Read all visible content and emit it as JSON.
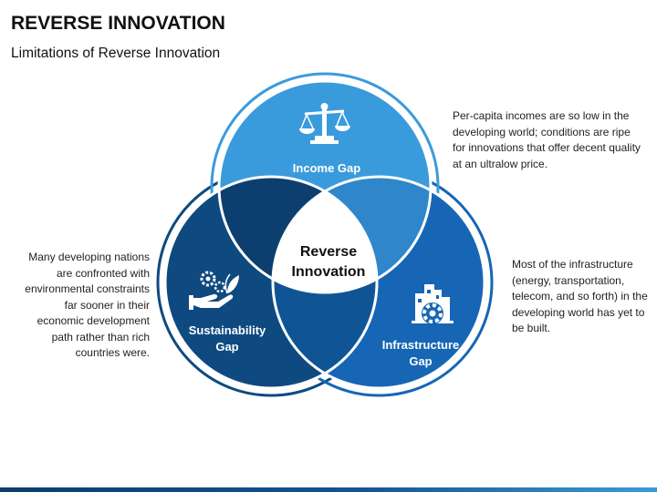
{
  "header": {
    "title": "REVERSE INNOVATION",
    "subtitle": "Limitations of Reverse Innovation"
  },
  "diagram": {
    "center_label_line1": "Reverse",
    "center_label_line2": "Innovation",
    "circles": {
      "income": {
        "label": "Income Gap",
        "icon": "scale-balance-icon",
        "color": "#3a9bdc"
      },
      "sustainability": {
        "label_line1": "Sustainability",
        "label_line2": "Gap",
        "icon": "hand-gears-plant-icon",
        "color": "#0e4a80"
      },
      "infrastructure": {
        "label_line1": "Infrastructure",
        "label_line2": "Gap",
        "icon": "city-gear-icon",
        "color": "#1666b5"
      }
    }
  },
  "descriptions": {
    "income": "Per-capita incomes are so low in the developing world; conditions are ripe for innovations that offer decent quality at an ultralow price.",
    "sustainability": "Many developing nations are confronted with environmental constraints far sooner in their economic development path rather than rich countries were.",
    "infrastructure": "Most of the infrastructure (energy, transportation, telecom, and so forth) in the developing world has yet to be built."
  }
}
